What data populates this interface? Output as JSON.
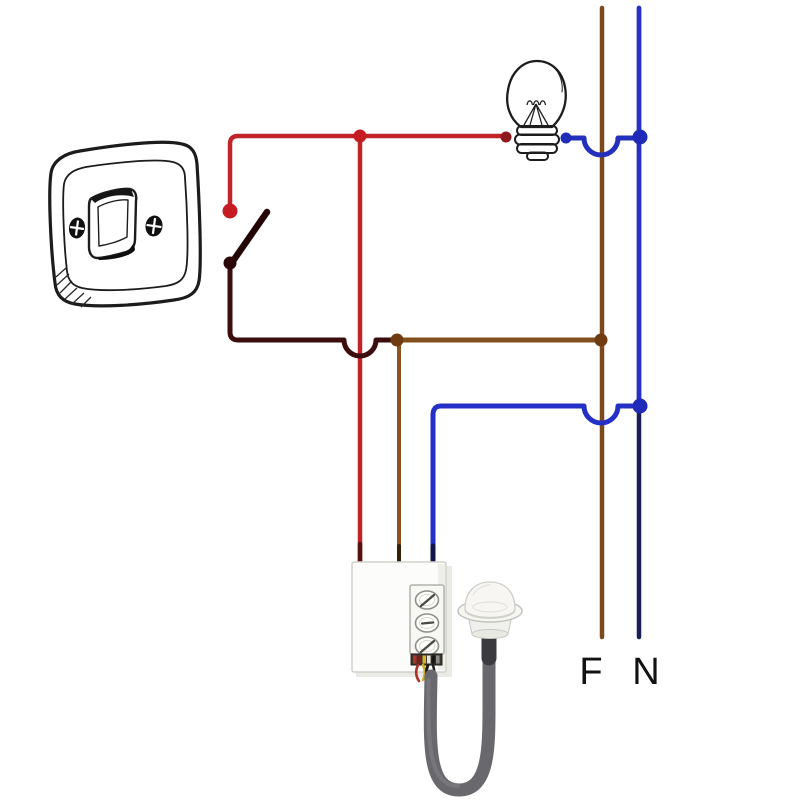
{
  "diagram": {
    "title": "motion-sensor-lighting-wiring-diagram",
    "labels": {
      "phase": "F",
      "neutral": "N"
    },
    "components": [
      "wall-rocker-switch",
      "switch-contact",
      "light-bulb",
      "pir-sensor-module",
      "pir-sensor-head",
      "phase-supply-line",
      "neutral-supply-line"
    ],
    "module": {
      "dial_count": 3
    }
  },
  "colors": {
    "live_red": "#bf2429",
    "live_red_dot": "#c51c22",
    "live_red_end_dot": "#8e181c",
    "switched_dark": "#3b0d0e",
    "lever_dark": "#240506",
    "dark_dot": "#2d0708",
    "phase_brown": "#7a4a1c",
    "phase_brown_branch": "#82501e",
    "phase_brown_drop": "#8a5524",
    "brown_dot": "#6e3c10",
    "neutral_blue": "#2531c6",
    "neutral_blue_wire": "#2330bb",
    "neutral_dark": "#1c1e55",
    "blue_dot": "#1f2ab8",
    "cable_gray": "#68686d",
    "cable_gray_light": "#76767c",
    "stem_dark": "#3b3b3f"
  }
}
